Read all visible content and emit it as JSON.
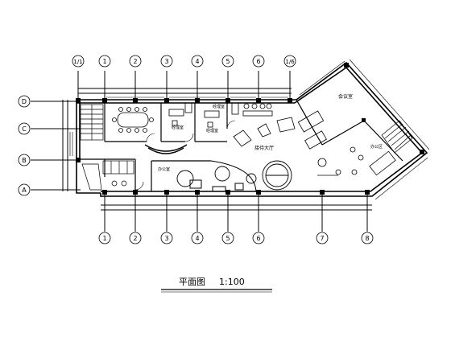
{
  "title": {
    "name": "平面图",
    "scale": "1:100"
  },
  "axes": {
    "top": [
      "1/1",
      "1",
      "2",
      "3",
      "4",
      "5",
      "6",
      "1/6"
    ],
    "bottom": [
      "1",
      "2",
      "3",
      "4",
      "5",
      "6",
      "7",
      "8"
    ],
    "left": [
      "D",
      "C",
      "B",
      "A"
    ]
  },
  "room_labels": {
    "office_small_1": "经理室",
    "office_small_2": "经理室",
    "office_small_3": "经理室",
    "reception": "接待大厅",
    "right_room": "会议室",
    "open_office": "办公室",
    "lower_right": "办公区"
  },
  "colors": {
    "line": "#000000",
    "paper": "#ffffff"
  }
}
